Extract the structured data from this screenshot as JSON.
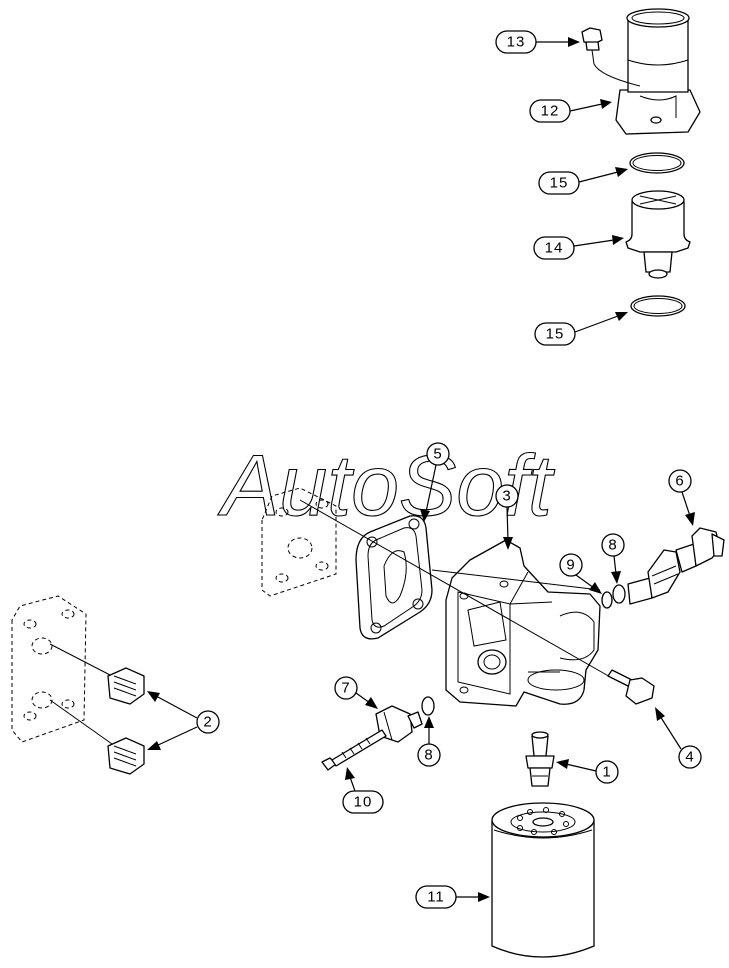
{
  "watermark": "AutoSoft",
  "callouts": [
    {
      "id": "callout-13",
      "label": "13"
    },
    {
      "id": "callout-12",
      "label": "12"
    },
    {
      "id": "callout-15-top",
      "label": "15"
    },
    {
      "id": "callout-14",
      "label": "14"
    },
    {
      "id": "callout-15-bottom",
      "label": "15"
    },
    {
      "id": "callout-5",
      "label": "5"
    },
    {
      "id": "callout-3",
      "label": "3"
    },
    {
      "id": "callout-6",
      "label": "6"
    },
    {
      "id": "callout-9",
      "label": "9"
    },
    {
      "id": "callout-8-top",
      "label": "8"
    },
    {
      "id": "callout-7",
      "label": "7"
    },
    {
      "id": "callout-2",
      "label": "2"
    },
    {
      "id": "callout-8-bottom",
      "label": "8"
    },
    {
      "id": "callout-4",
      "label": "4"
    },
    {
      "id": "callout-1",
      "label": "1"
    },
    {
      "id": "callout-10",
      "label": "10"
    },
    {
      "id": "callout-11",
      "label": "11"
    }
  ]
}
